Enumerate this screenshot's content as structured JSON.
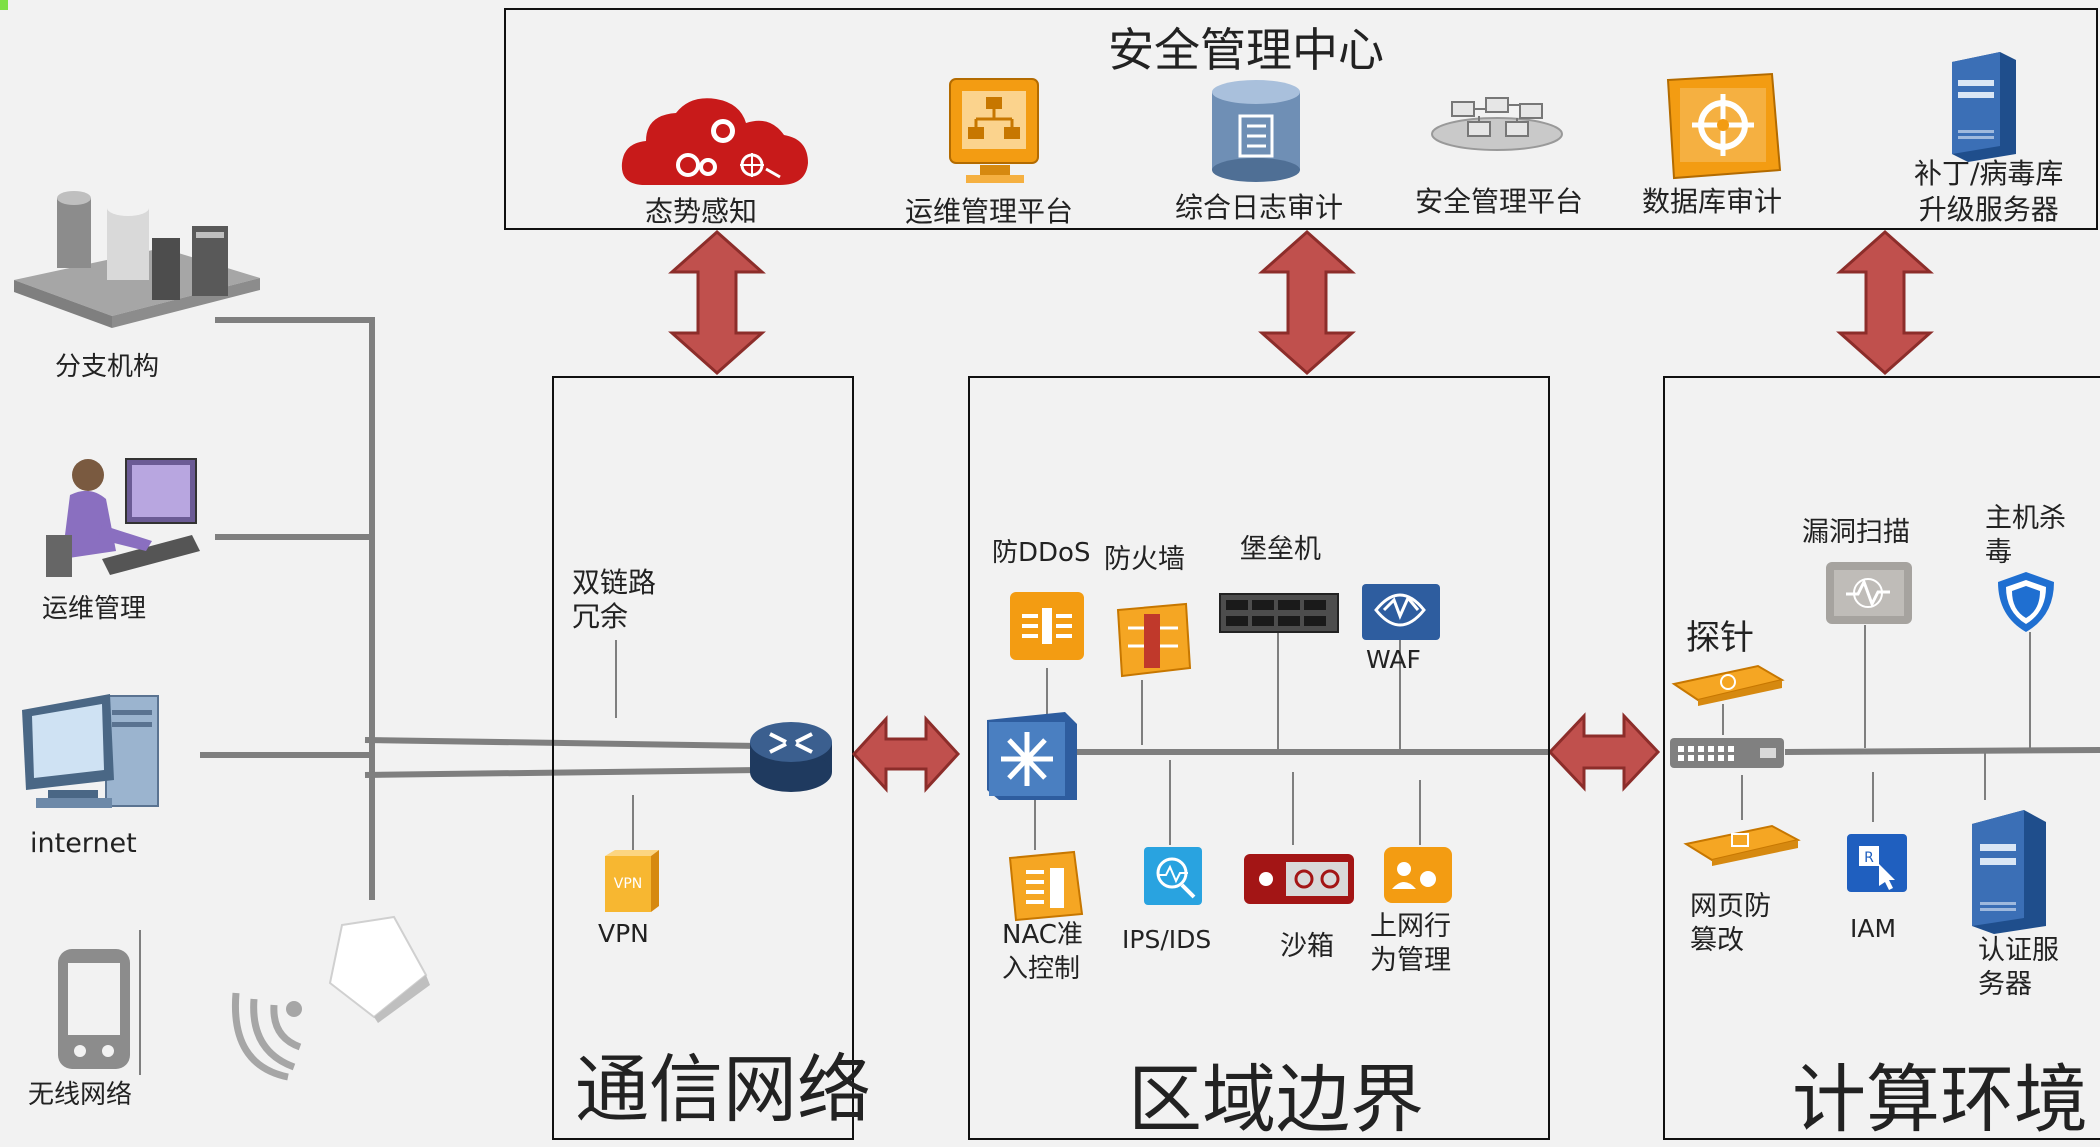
{
  "security_center": {
    "title": "安全管理中心",
    "items": [
      {
        "label": "态势感知",
        "icon": "cloud-analytics-icon"
      },
      {
        "label": "运维管理平台",
        "icon": "org-monitor-icon"
      },
      {
        "label": "综合日志审计",
        "icon": "database-log-icon"
      },
      {
        "label": "安全管理平台",
        "icon": "network-platform-icon"
      },
      {
        "label": "数据库审计",
        "icon": "target-monitor-icon"
      },
      {
        "label_line1": "补丁/病毒库",
        "label_line2": "升级服务器",
        "icon": "server-tower-icon"
      }
    ]
  },
  "left_sources": [
    {
      "label": "分支机构",
      "icon": "branch-servers-icon"
    },
    {
      "label": "运维管理",
      "icon": "operator-workstation-icon"
    },
    {
      "label": "internet",
      "icon": "desktop-computer-icon"
    },
    {
      "label": "无线网络",
      "icon": "mobile-phone-icon"
    }
  ],
  "zones": {
    "comm": {
      "title": "通信网络",
      "dual_link_line1": "双链路",
      "dual_link_line2": "冗余",
      "vpn": "VPN",
      "vpn_badge": "VPN"
    },
    "boundary": {
      "title": "区域边界",
      "ddos": "防DDoS",
      "firewall": "防火墙",
      "bastion": "堡垒机",
      "waf": "WAF",
      "nac_line1": "NAC准",
      "nac_line2": "入控制",
      "ips": "IPS/IDS",
      "sandbox": "沙箱",
      "behavior_line1": "上网行",
      "behavior_line2": "为管理"
    },
    "compute": {
      "title": "计算环境",
      "probe": "探针",
      "vuln_scan": "漏洞扫描",
      "av_line1": "主机杀",
      "av_line2": "毒",
      "webguard_line1": "网页防",
      "webguard_line2": "篡改",
      "iam": "IAM",
      "auth_line1": "认证服",
      "auth_line2": "务器"
    }
  },
  "colors": {
    "arrow_fill": "#c0504d",
    "arrow_stroke": "#8c2d2a",
    "line": "#7f7f7f",
    "orange": "#f5a623",
    "red_device": "#b21e1e",
    "blue_device": "#2e75b6"
  }
}
